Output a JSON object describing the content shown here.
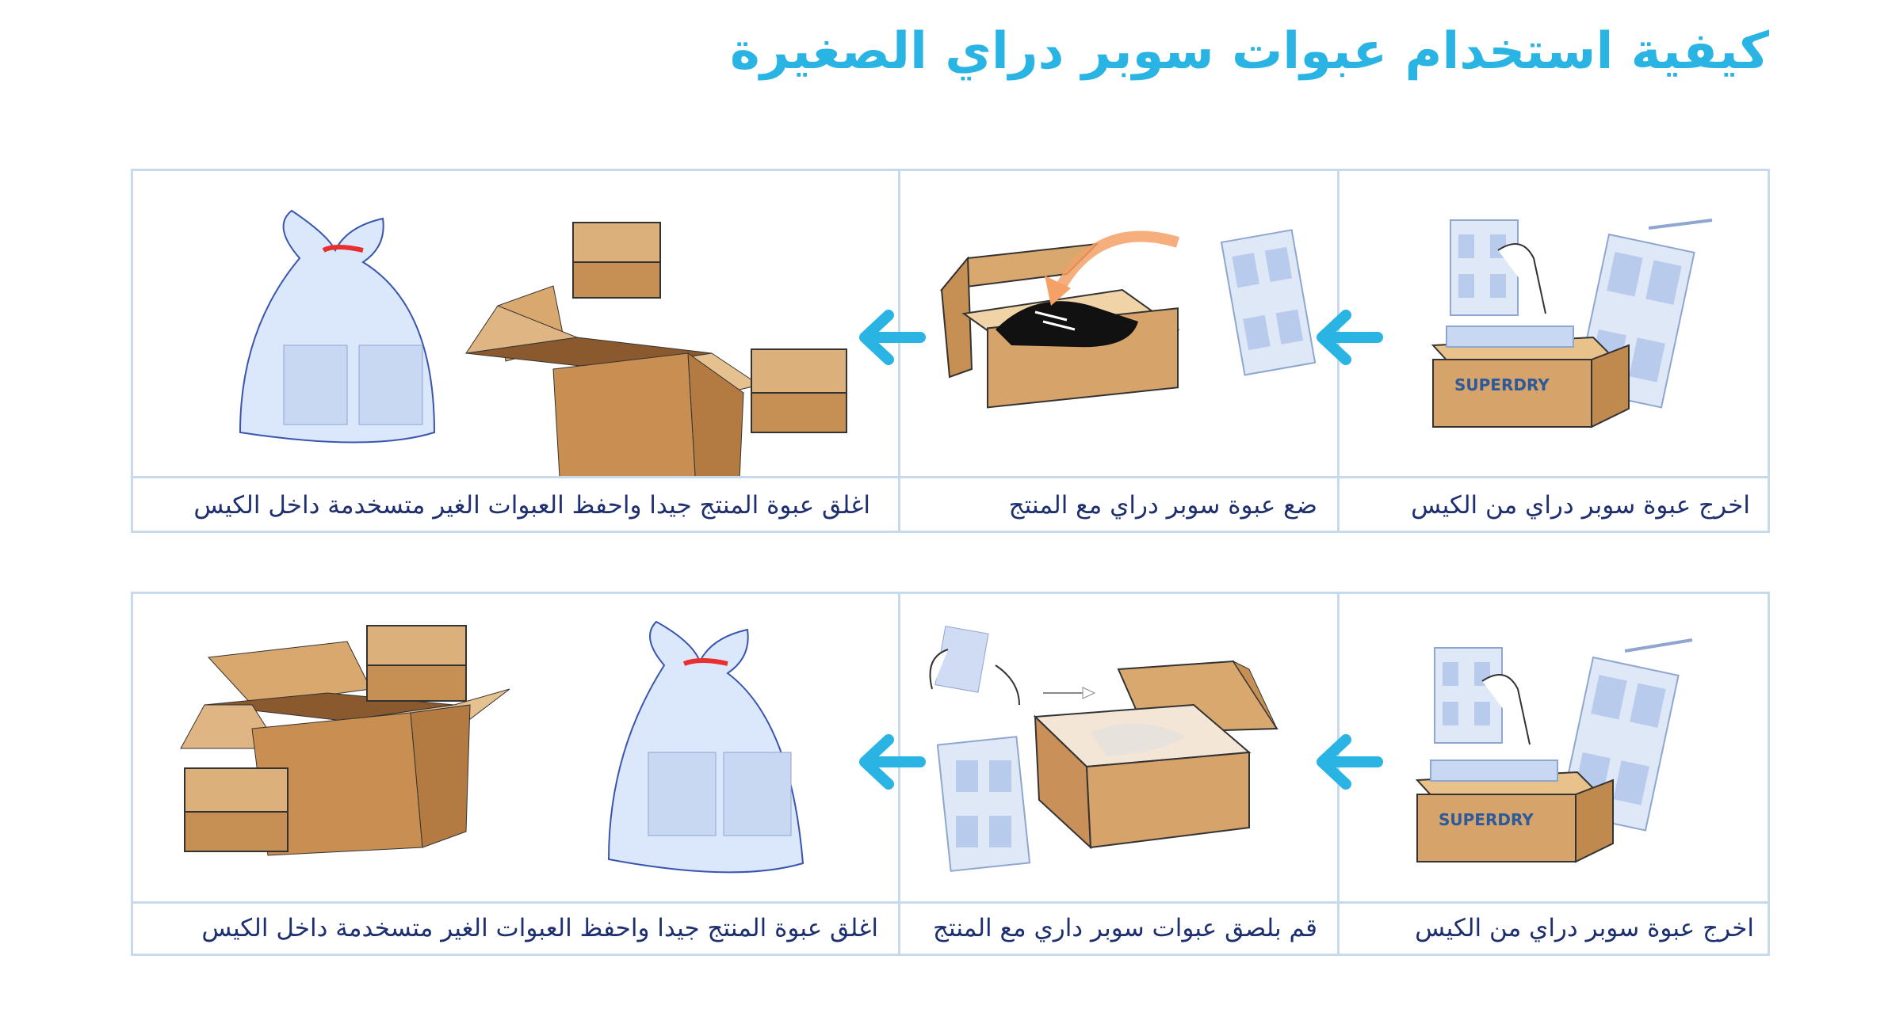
{
  "title": "كيفية استخدام  عبوات سوبر دراي الصغيرة",
  "brand_label": "SUPERDRY",
  "colors": {
    "accent": "#2ab4e4",
    "border": "#c7d9ec",
    "caption": "#1d2f6e",
    "box": "#d6a36a"
  },
  "rows": [
    {
      "steps": [
        {
          "caption": "اخرج عبوة سوبر دراي من الكيس"
        },
        {
          "caption": "ضع عبوة سوبر دراي مع المنتج"
        },
        {
          "caption": "اغلق عبوة المنتج جيدا واحفظ العبوات الغير متسخدمة داخل الكيس"
        }
      ]
    },
    {
      "steps": [
        {
          "caption": "اخرج عبوة سوبر دراي من الكيس"
        },
        {
          "caption": "قم بلصق عبوات سوبر داري مع المنتج"
        },
        {
          "caption": "اغلق عبوة المنتج جيدا واحفظ العبوات الغير متسخدمة داخل الكيس"
        }
      ]
    }
  ]
}
